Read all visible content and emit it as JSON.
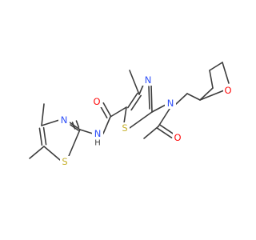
{
  "colors": {
    "bond": "#3d3d3d",
    "nitrogen": "#3050f8",
    "oxygen": "#ff0d0d",
    "sulfur": "#c6b12d",
    "background": "#ffffff"
  },
  "atoms": {
    "amide_o": "O",
    "amide_n": "N",
    "amide_h": "H",
    "thz_left_n": "N",
    "thz_left_s": "S",
    "thz_center_n": "N",
    "thz_center_s": "S",
    "acetyl_n": "N",
    "acetyl_o": "O",
    "thf_o": "O"
  }
}
